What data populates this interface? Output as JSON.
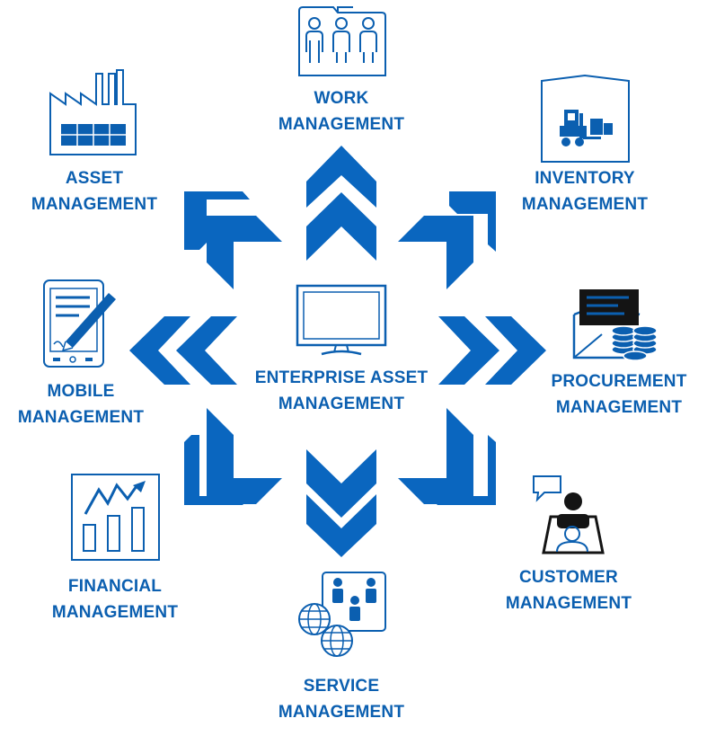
{
  "colors": {
    "primary": "#0a62b8",
    "arrow": "#0a66bf",
    "icon_stroke": "#0b5fb0",
    "dark": "#141414"
  },
  "center": {
    "icon": "monitor-icon",
    "line1": "ENTERPRISE ASSET",
    "line2": "MANAGEMENT"
  },
  "modules": [
    {
      "key": "work",
      "icon": "workgroup-folder-icon",
      "line1": "WORK",
      "line2": "MANAGEMENT"
    },
    {
      "key": "inventory",
      "icon": "warehouse-forklift-icon",
      "line1": "INVENTORY",
      "line2": "MANAGEMENT"
    },
    {
      "key": "procurement",
      "icon": "envelope-coins-icon",
      "line1": "PROCUREMENT",
      "line2": "MANAGEMENT"
    },
    {
      "key": "customer",
      "icon": "customer-service-icon",
      "line1": "CUSTOMER",
      "line2": "MANAGEMENT"
    },
    {
      "key": "service",
      "icon": "globe-people-icon",
      "line1": "SERVICE",
      "line2": "MANAGEMENT"
    },
    {
      "key": "financial",
      "icon": "financial-chart-icon",
      "line1": "FINANCIAL",
      "line2": "MANAGEMENT"
    },
    {
      "key": "mobile",
      "icon": "mobile-stylus-icon",
      "line1": "MOBILE",
      "line2": "MANAGEMENT"
    },
    {
      "key": "asset",
      "icon": "factory-icon",
      "line1": "ASSET",
      "line2": "MANAGEMENT"
    }
  ]
}
